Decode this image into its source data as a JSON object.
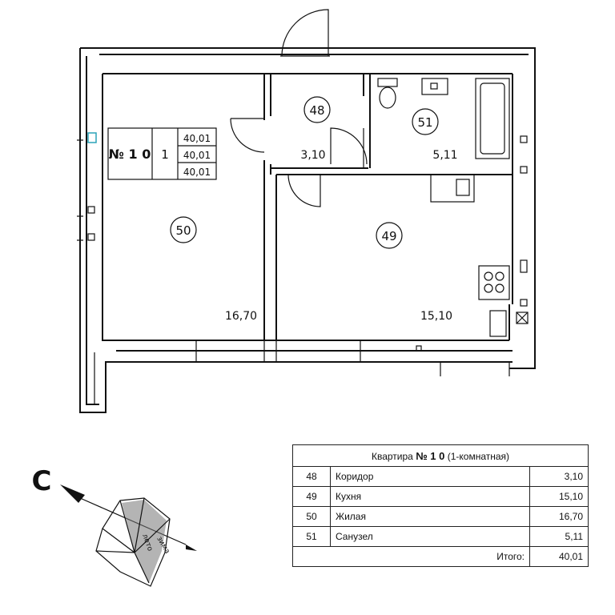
{
  "apartment": {
    "number_label": "№ 1 0",
    "rooms_count": "1",
    "areas": [
      "40,01",
      "40,01",
      "40,01"
    ]
  },
  "rooms": [
    {
      "id": "48",
      "area": "3,10"
    },
    {
      "id": "49",
      "area": "15,10"
    },
    {
      "id": "50",
      "area": "16,70"
    },
    {
      "id": "51",
      "area": "5,11"
    }
  ],
  "legend": {
    "title_prefix": "Квартира",
    "title_number": "№ 1 0",
    "title_suffix": "(1-комнатная)",
    "rows": [
      {
        "num": "48",
        "name": "Коридор",
        "area": "3,10"
      },
      {
        "num": "49",
        "name": "Кухня",
        "area": "15,10"
      },
      {
        "num": "50",
        "name": "Жилая",
        "area": "16,70"
      },
      {
        "num": "51",
        "name": "Санузел",
        "area": "5,11"
      }
    ],
    "total_label": "Итого:",
    "total_value": "40,01"
  },
  "compass": {
    "north_letter": "С",
    "wind_label_1": "лето",
    "wind_label_2": "зима"
  }
}
